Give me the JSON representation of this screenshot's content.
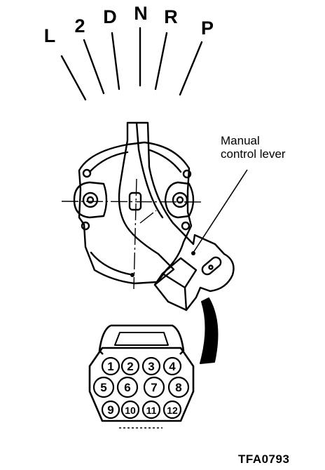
{
  "positions": [
    "L",
    "2",
    "D",
    "N",
    "R",
    "P"
  ],
  "callout": {
    "line1": "Manual",
    "line2": "control lever"
  },
  "connector": {
    "pins": [
      "1",
      "2",
      "3",
      "4",
      "5",
      "6",
      "7",
      "8",
      "9",
      "10",
      "11",
      "12"
    ]
  },
  "figure_code": "TFA0793",
  "colors": {
    "ink": "#000000",
    "paper": "#ffffff"
  }
}
